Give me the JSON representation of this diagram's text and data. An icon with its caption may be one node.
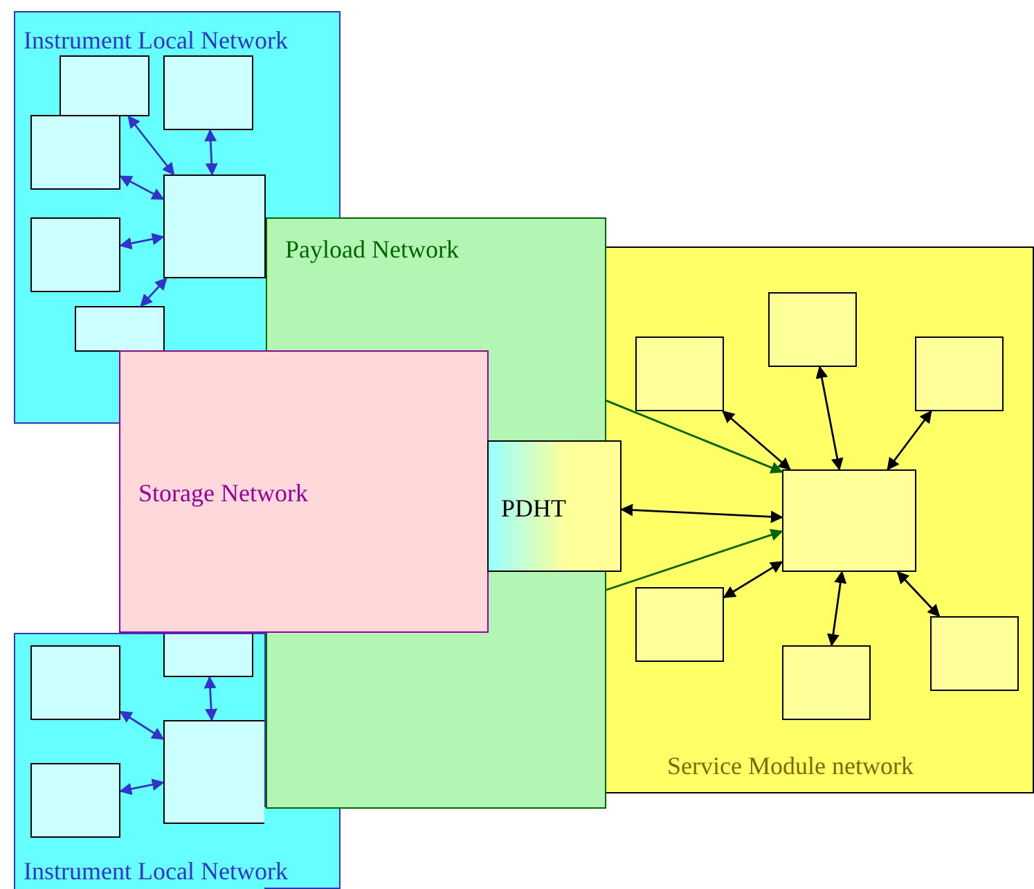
{
  "diagram": {
    "nodes": [
      {
        "text": [
          "Instrument Local Network"
        ]
      },
      {
        "text": [],
        "shape": "box",
        "in": 0
      },
      {
        "text": [],
        "shape": "box",
        "in": 0
      },
      {
        "text": [],
        "shape": "box",
        "in": 0
      },
      {
        "text": [],
        "shape": "box",
        "in": 0
      },
      {
        "text": [],
        "shape": "box",
        "in": 0
      },
      {
        "text": [],
        "shape": "box",
        "in": 0
      },
      {
        "text": [
          "Payload Network"
        ]
      },
      {
        "text": [
          "Storage Network"
        ]
      },
      {
        "text": [
          "PDHT"
        ]
      },
      {
        "text": [
          "Service Module network"
        ]
      },
      {
        "text": [],
        "shape": "box",
        "in": 10
      },
      {
        "text": [],
        "shape": "box",
        "in": 10
      },
      {
        "text": [],
        "shape": "box",
        "in": 10
      },
      {
        "text": [],
        "shape": "box",
        "in": 10
      },
      {
        "text": [],
        "shape": "box",
        "in": 10
      },
      {
        "text": [],
        "shape": "box",
        "in": 10
      },
      {
        "text": [],
        "shape": "box",
        "in": 10
      },
      {
        "text": [
          "Instrument Local Network"
        ]
      },
      {
        "text": [],
        "shape": "box",
        "in": 18
      },
      {
        "text": [],
        "shape": "box",
        "in": 18
      },
      {
        "text": [],
        "shape": "box",
        "in": 18
      },
      {
        "text": [],
        "shape": "box",
        "in": 18
      }
    ],
    "edges": [
      {
        "from": 1,
        "to": 4,
        "arrow": "both",
        "color": "#3333cc"
      },
      {
        "from": 2,
        "to": 4,
        "arrow": "both",
        "color": "#3333cc"
      },
      {
        "from": 3,
        "to": 4,
        "arrow": "both",
        "color": "#3333cc"
      },
      {
        "from": 5,
        "to": 4,
        "arrow": "both",
        "color": "#3333cc"
      },
      {
        "from": 6,
        "to": 4,
        "arrow": "both",
        "color": "#3333cc"
      },
      {
        "from": 11,
        "to": 14,
        "arrow": "both",
        "color": "#000000"
      },
      {
        "from": 12,
        "to": 14,
        "arrow": "both",
        "color": "#000000"
      },
      {
        "from": 13,
        "to": 14,
        "arrow": "both",
        "color": "#000000"
      },
      {
        "from": 9,
        "to": 14,
        "arrow": "both",
        "color": "#000000"
      },
      {
        "from": 15,
        "to": 14,
        "arrow": "both",
        "color": "#000000"
      },
      {
        "from": 16,
        "to": 14,
        "arrow": "both",
        "color": "#000000"
      },
      {
        "from": 17,
        "to": 14,
        "arrow": "both",
        "color": "#000000"
      },
      {
        "from": 7,
        "to": 14,
        "arrow": "to",
        "color": "#006600"
      },
      {
        "from": 7,
        "to": 14,
        "arrow": "to",
        "color": "#006600"
      },
      {
        "from": 20,
        "to": 21,
        "arrow": "both",
        "color": "#3333cc"
      },
      {
        "from": 19,
        "to": 21,
        "arrow": "both",
        "color": "#3333cc"
      },
      {
        "from": 22,
        "to": 21,
        "arrow": "both",
        "color": "#3333cc"
      }
    ]
  }
}
